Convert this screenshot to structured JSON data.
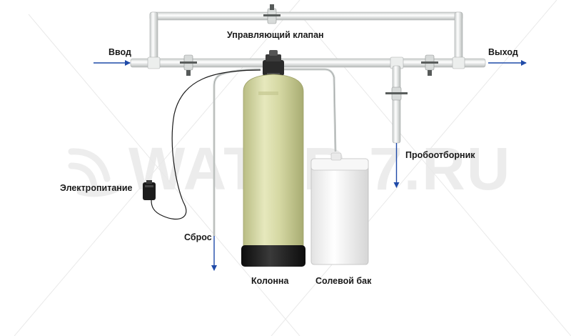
{
  "labels": {
    "inlet": "Ввод",
    "outlet": "Выход",
    "control_valve": "Управляющий клапан",
    "sampler": "Пробоотборник",
    "power": "Электропитание",
    "drain": "Сброс",
    "column": "Колонна",
    "brine_tank": "Солевой бак"
  },
  "watermark": "WATER-7.RU",
  "colors": {
    "arrow": "#1f4aa8",
    "pipe": "#e2e5e4",
    "tank": "#d4d8a2",
    "tank_base": "#1e1e1e",
    "brine": "#f1f1f1"
  }
}
